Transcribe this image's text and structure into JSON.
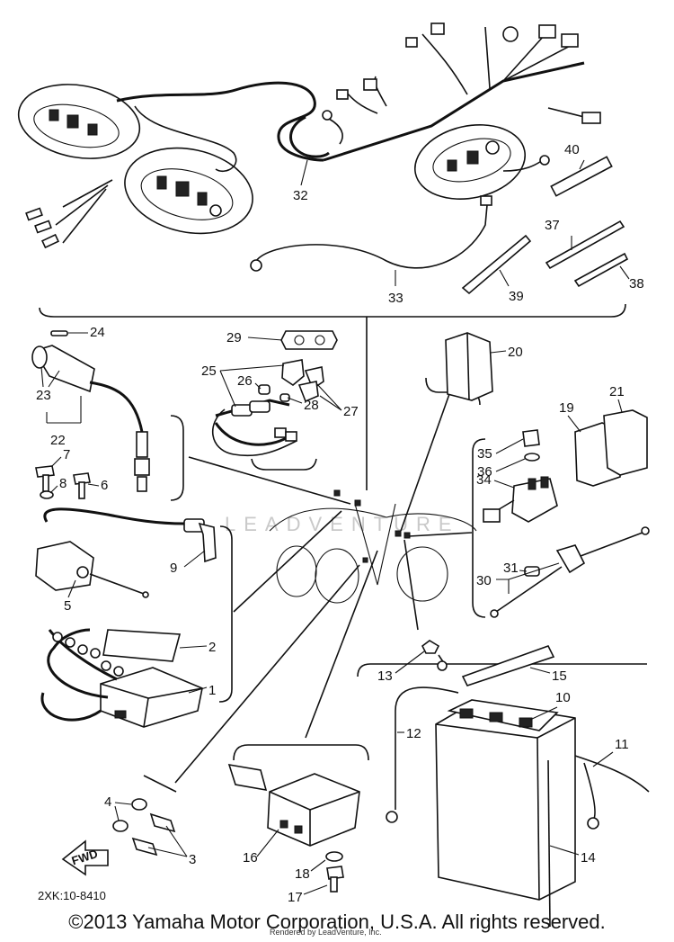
{
  "diagram_code": "2XK:10-8410",
  "fwd_label": "FWD",
  "watermark": "LEADVENTURE",
  "copyright": "©2013 Yamaha Motor Corporation, U.S.A. All rights reserved.",
  "rendered_by": "Rendered by LeadVenture, Inc.",
  "callouts": [
    "1",
    "2",
    "3",
    "4",
    "5",
    "6",
    "7",
    "8",
    "9",
    "10",
    "11",
    "12",
    "13",
    "14",
    "15",
    "16",
    "17",
    "18",
    "19",
    "20",
    "21",
    "22",
    "23",
    "24",
    "25",
    "26",
    "27",
    "28",
    "29",
    "30",
    "31",
    "32",
    "33",
    "34",
    "35",
    "36",
    "37",
    "38",
    "39",
    "40"
  ]
}
